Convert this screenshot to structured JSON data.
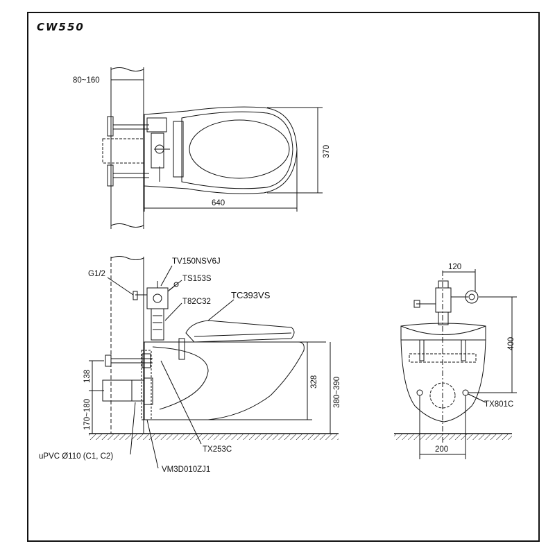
{
  "title": "CW550",
  "top_view": {
    "wall_thickness": "80~160",
    "depth": "370",
    "length": "640"
  },
  "side_view": {
    "parts": {
      "water_inlet": "G1/2",
      "flush_valve": "TV150NSV6J",
      "stop_valve": "TS153S",
      "connector": "T82C32",
      "seat": "TC393VS",
      "outlet_pipe": "uPVC Ø110 (C1, C2)",
      "bracket": "VM3D010ZJ1",
      "mounting_bolt": "TX253C"
    },
    "dims": {
      "bolt_height": "138",
      "outlet_height": "170~180",
      "bowl_height": "328",
      "rim_height": "380~390"
    }
  },
  "front_view": {
    "dims": {
      "valve_offset": "120",
      "valve_height": "400",
      "bolt_spacing": "200"
    },
    "parts": {
      "anchor": "TX801C"
    }
  },
  "colors": {
    "line": "#111111",
    "background": "#ffffff"
  }
}
